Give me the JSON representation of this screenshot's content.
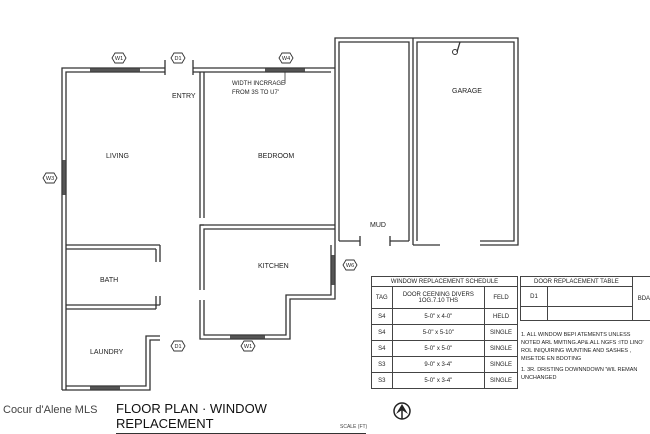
{
  "rooms": {
    "entry": "ENTRY",
    "living": "LIVING",
    "bedroom": "BEDROOM",
    "garage": "GARAGE",
    "mud": "MUD",
    "bath": "BATH",
    "kitchen": "KITCHEN",
    "laundry": "LAUNDRY"
  },
  "annotation": [
    "WIDTH INCRRAGE",
    "FROM 3S TO U7'"
  ],
  "tags": {
    "w1_top": "W1",
    "d1_top": "D1",
    "w4": "W4",
    "w3": "W3",
    "w6": "W6",
    "w1_bottom": "W1",
    "d1_bottom": "D1"
  },
  "window_schedule": {
    "title": "WINDOW REPLACEMENT SCHEDULE",
    "headers": [
      "TAG",
      "DOOR CEENING DIVERS",
      "FELD"
    ],
    "header_sub": "1OG.7.10 THS",
    "rows": [
      {
        "tag": "S4",
        "size": "5-0\" x 4-0\"",
        "type": "HELD"
      },
      {
        "tag": "S4",
        "size": "5-0\" x 5-10\"",
        "type": "SINGLE"
      },
      {
        "tag": "S4",
        "size": "5-0\" x 5-0\"",
        "type": "SINGLE"
      },
      {
        "tag": "S3",
        "size": "9-0\" x 3-4\"",
        "type": "SINGLE"
      },
      {
        "tag": "S3",
        "size": "5-0\" x 3-4\"",
        "type": "SINGLE"
      }
    ]
  },
  "door_table": {
    "title": "DOOR REPLACEMENT TABLE",
    "row1_tag": "D1",
    "row1_value": "BDA"
  },
  "notes": [
    "1. ALL WINDOW BEPI ATEMENTS UNLESS NOTED ARL MMTING.AP&.ALL NGFS :ITD LINO' ROL INIQUIRING WUNTINE AND SASHES , MISETDE EN BDOTING",
    "1. 3R. DRISTING DOWNNDOWN 'WIL REMAN UNCHANGED"
  ],
  "footer": {
    "logo": "Cocur d'Alene MLS",
    "title": "FLOOR PLAN · WINDOW REPLACEMENT",
    "scale": "SCALE (FT)"
  }
}
